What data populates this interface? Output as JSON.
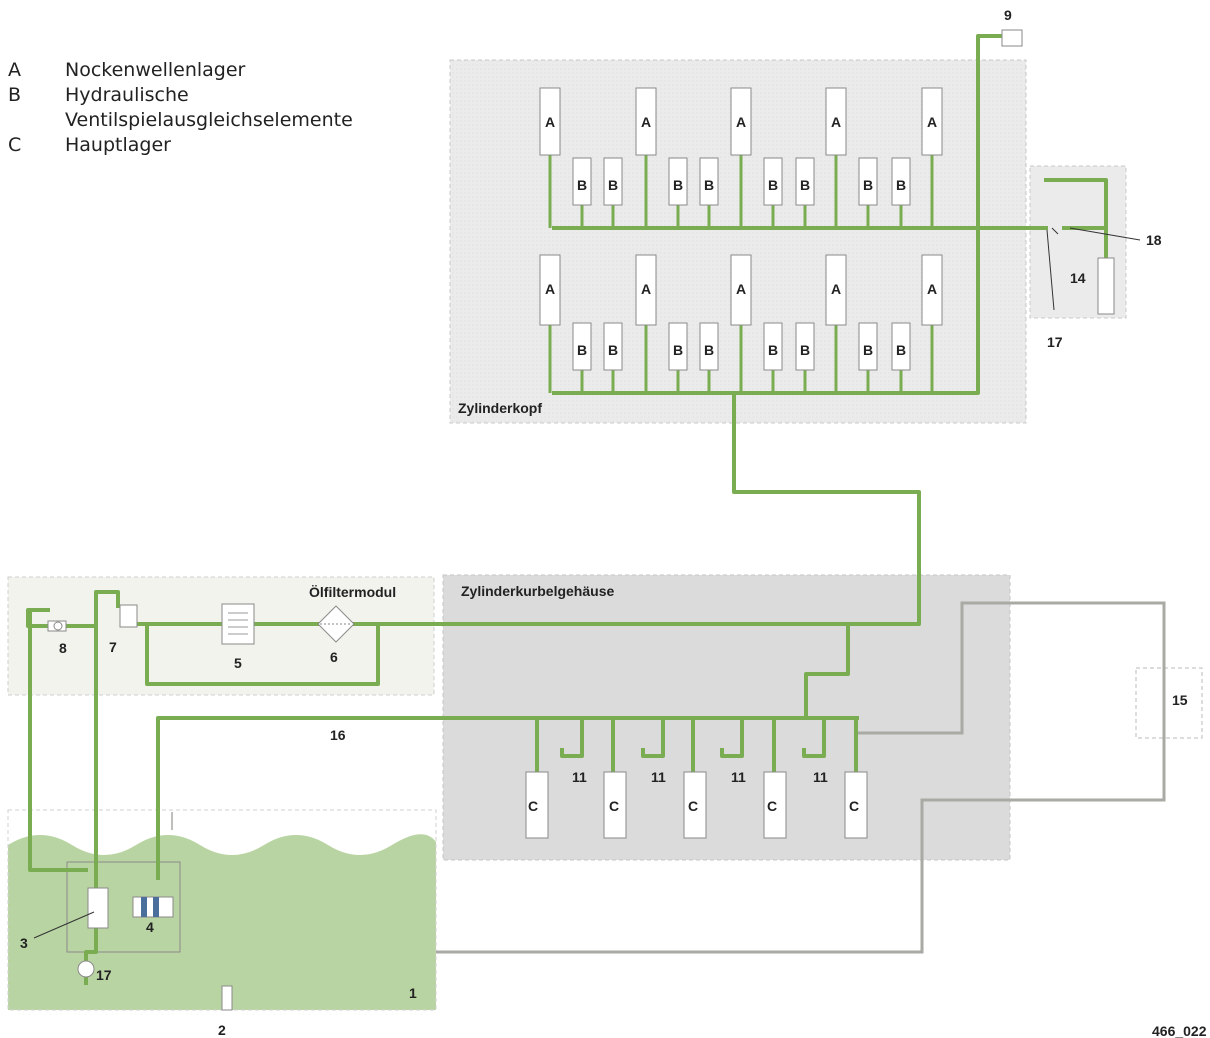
{
  "legend": [
    {
      "key": "A",
      "text": "Nockenwellenlager"
    },
    {
      "key": "B",
      "text": "Hydraulische"
    },
    {
      "key": "",
      "text": "Ventilspielausgleichselemente"
    },
    {
      "key": "C",
      "text": "Hauptlager"
    }
  ],
  "regions": {
    "cylinder_head": "Zylinderkopf",
    "oil_filter_module": "Ölfiltermodul",
    "crankcase": "Zylinderkurbelgehäuse"
  },
  "element_labels": {
    "camshaft_bearing": "A",
    "valve_lash_adjuster": "B",
    "main_bearing": "C"
  },
  "callouts": {
    "n1": "1",
    "n2": "2",
    "n3": "3",
    "n4": "4",
    "n5": "5",
    "n6": "6",
    "n7": "7",
    "n8": "8",
    "n9": "9",
    "n11": "11",
    "n14": "14",
    "n15": "15",
    "n16": "16",
    "n17": "17",
    "n18": "18"
  },
  "figure_code": "466_022",
  "colors": {
    "oil_pipe": "#7aad52",
    "return_pipe": "#a9aaa4",
    "sump": "#b9d4a3",
    "cylinder_head_bg": "#ebebeb",
    "crankcase_bg": "#dbdbdb",
    "filter_module_bg": "#f1f3ec"
  }
}
